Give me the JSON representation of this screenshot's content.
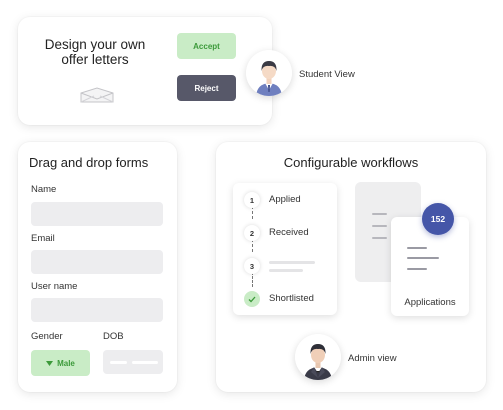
{
  "offer_card": {
    "title": "Design your own offer letters",
    "accept_label": "Accept",
    "reject_label": "Reject"
  },
  "student": {
    "label": "Student View"
  },
  "form_card": {
    "title": "Drag and drop forms",
    "fields": {
      "name_label": "Name",
      "email_label": "Email",
      "username_label": "User name",
      "gender_label": "Gender",
      "dob_label": "DOB",
      "gender_value": "Male"
    }
  },
  "workflow_card": {
    "title": "Configurable workflows",
    "steps": [
      {
        "number": "1",
        "label": "Applied"
      },
      {
        "number": "2",
        "label": "Received"
      },
      {
        "number": "3",
        "label": ""
      },
      {
        "number": "",
        "label": "Shortlisted"
      }
    ],
    "applications": {
      "label": "Applications",
      "count": "152"
    }
  },
  "admin": {
    "label": "Admin view"
  },
  "colors": {
    "accent_green_bg": "#c9ecc6",
    "accent_green_text": "#3c9a3a",
    "reject_bg": "#575869",
    "badge_blue": "#4556a8"
  }
}
